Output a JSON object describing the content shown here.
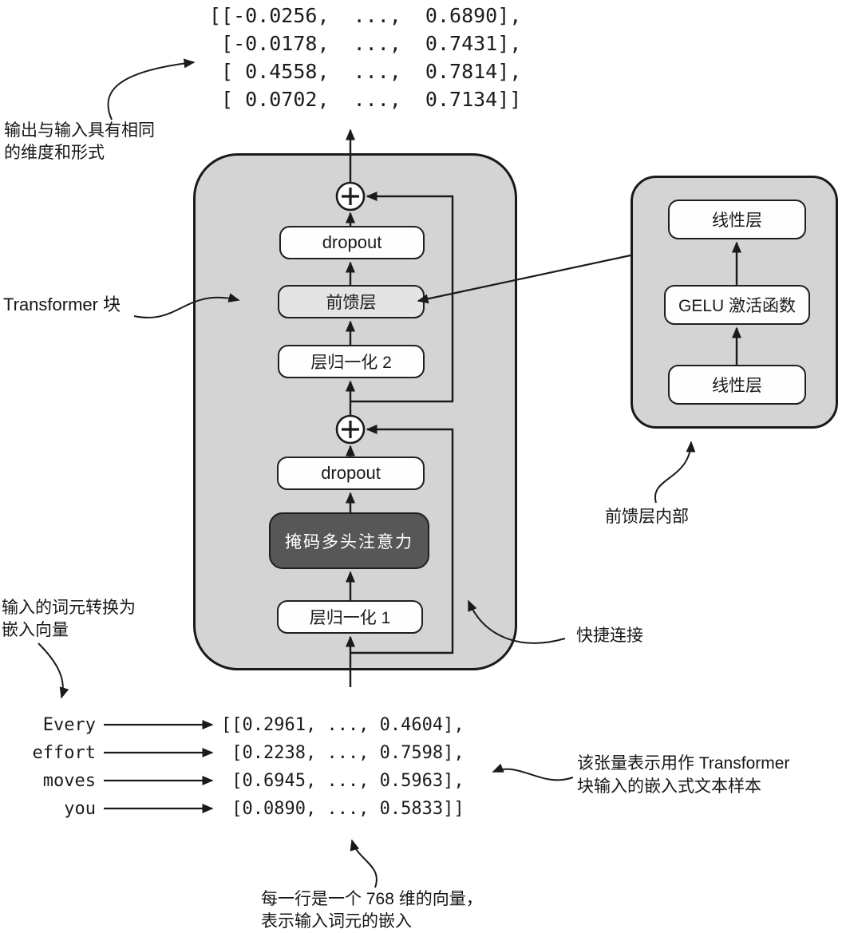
{
  "diagram": {
    "output_tensor": "[[-0.0256,  ...,  0.6890],\n [-0.0178,  ...,  0.7431],\n [ 0.4558,  ...,  0.7814],\n [ 0.0702,  ...,  0.7134]]",
    "input_tensor": "[[0.2961, ..., 0.4604],\n [0.2238, ..., 0.7598],\n [0.6945, ..., 0.5963],\n [0.0890, ..., 0.5833]]",
    "tokens": "Every\neffort\nmoves\nyou",
    "transformer_block": {
      "dropout_top": "dropout",
      "feed_forward": "前馈层",
      "layer_norm_2": "层归一化 2",
      "dropout_bottom": "dropout",
      "masked_attention": "掩码多头注意力",
      "layer_norm_1": "层归一化 1"
    },
    "ffn_panel": {
      "linear_top": "线性层",
      "gelu": "GELU 激活函数",
      "linear_bottom": "线性层"
    },
    "annotations": {
      "output_note": [
        "输出与输入具有相同",
        "的维度和形式"
      ],
      "block_label": "Transformer 块",
      "input_note": [
        "输入的词元转换为",
        "嵌入向量"
      ],
      "shortcut_label": "快捷连接",
      "ffn_internal_label": "前馈层内部",
      "tensor_note": [
        "该张量表示用作 Transformer",
        "块输入的嵌入式文本样本"
      ],
      "row_note": [
        "每一行是一个 768 维的向量，",
        "表示输入词元的嵌入"
      ]
    },
    "colors": {
      "block_fill": "#d4d4d4",
      "box_fill": "#fefefe",
      "feed_forward_fill": "#e4e4e4",
      "attention_fill": "#575757",
      "line": "#1a1a1a"
    }
  }
}
